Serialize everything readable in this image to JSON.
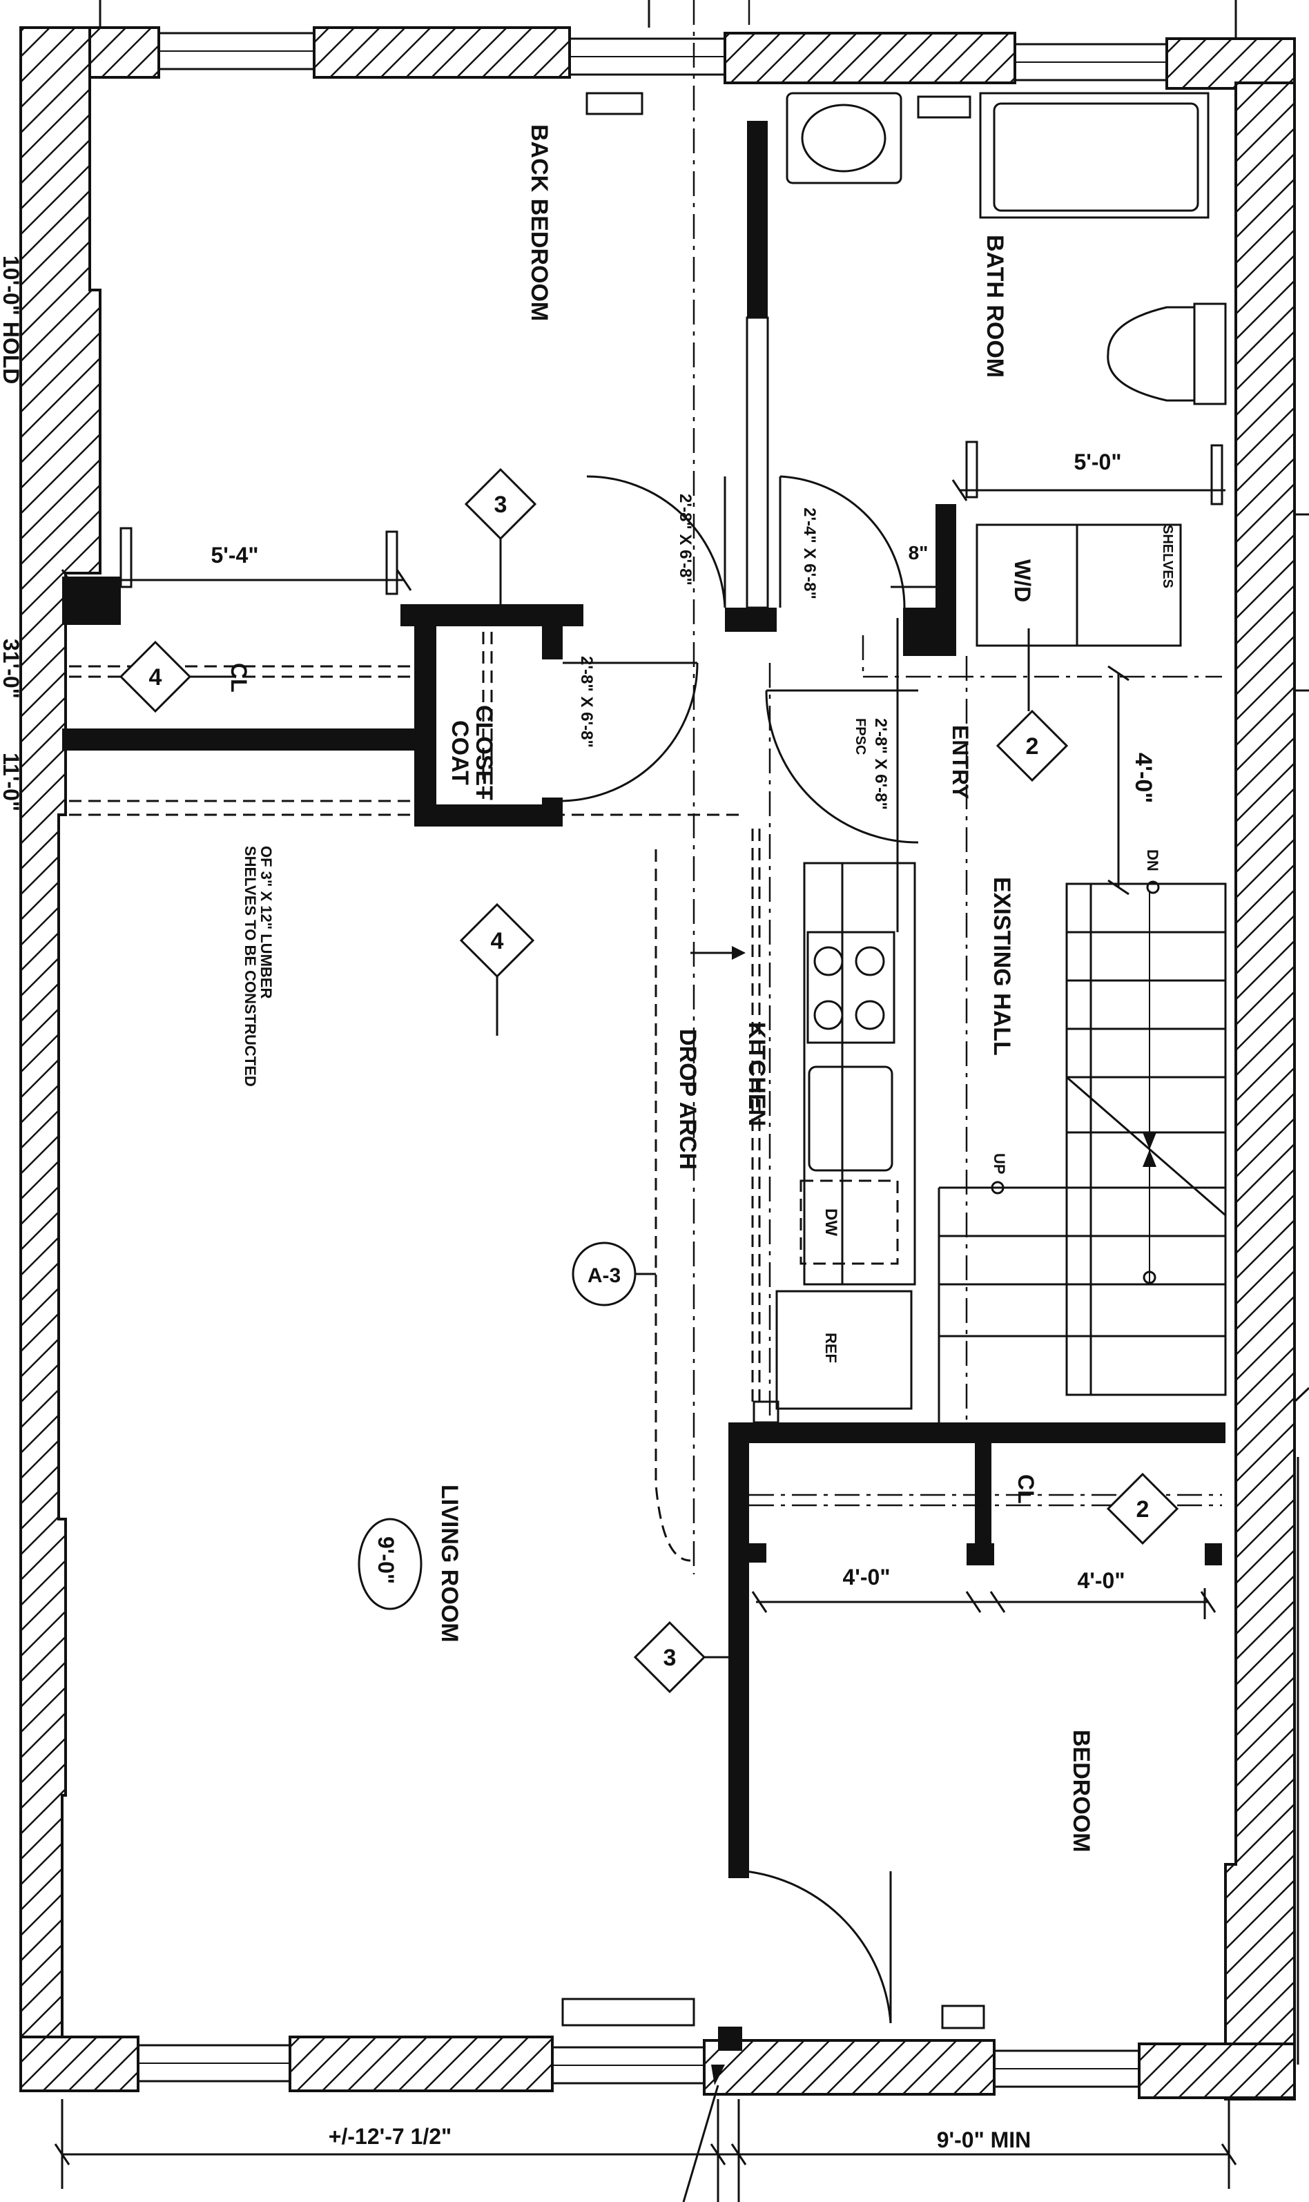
{
  "rooms": {
    "back_bedroom": "BACK BEDROOM",
    "bath_room": "BATH ROOM",
    "coat_closet_line1": "COAT",
    "coat_closet_line2": "CLOSET",
    "entry": "ENTRY",
    "existing_hall": "EXISTING HALL",
    "kitchen": "KITCHEN",
    "drop_arch": "DROP ARCH",
    "living_room": "LIVING ROOM",
    "bedroom": "BEDROOM"
  },
  "fixtures": {
    "washer_dryer": "W/D",
    "shelves": "SHELVES",
    "dishwasher": "DW",
    "refrigerator": "REF",
    "stair_down": "DN",
    "stair_up": "UP",
    "centerline_1": "CL",
    "centerline_2": "CL"
  },
  "notes": {
    "shelves_line1": "SHELVES TO BE CONSTRUCTED",
    "shelves_line2": "OF 3\" X 12\" LUMBER"
  },
  "doors": {
    "back_bedroom_door": "2'-8\" X 6'-8\"",
    "bath_door": "2'-4\" X 6'-8\"",
    "closet_door": "2'-8\" X 6'-8\"",
    "entry_door": "2'-8\" X 6'-8\"",
    "entry_door_note": "FPSC"
  },
  "dimensions": {
    "bath_width": "5'-0\"",
    "closet_width": "5'-4\"",
    "entry_wall": "8\"",
    "hall_depth": "4'-0\"",
    "closet_1": "4'-0\"",
    "closet_2": "4'-0\"",
    "ceiling_height": "9'-0\"",
    "overall_left": "+/-12'-7 1/2\"",
    "overall_right": "9'-0\" MIN",
    "edge_top": "10'-0\" HOLD",
    "edge_mid": "31'-0\"",
    "edge_mid2": "11'-0\""
  },
  "tags": {
    "tag_3_upper": "3",
    "tag_4_upper": "4",
    "tag_4_lower": "4",
    "tag_2_entry": "2",
    "tag_2_bedroom": "2",
    "tag_3_lower": "3",
    "section_ref": "A-3"
  }
}
